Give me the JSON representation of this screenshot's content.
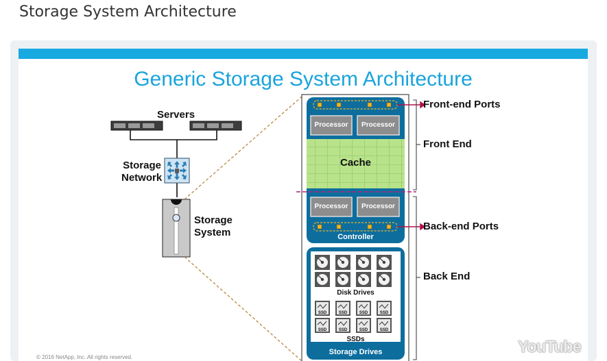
{
  "page": {
    "title": "Storage System Architecture"
  },
  "slide": {
    "title": "Generic Storage System Architecture",
    "left": {
      "servers_label": "Servers",
      "network_label_line1": "Storage",
      "network_label_line2": "Network",
      "system_label_line1": "Storage",
      "system_label_line2": "System"
    },
    "array": {
      "processor_label": "Processor",
      "cache_label": "Cache",
      "controller_label": "Controller",
      "disk_drives_label": "Disk Drives",
      "ssd_icon_label": "SSD",
      "ssds_label": "SSDs",
      "storage_drives_label": "Storage Drives"
    },
    "annotations": {
      "front_end_ports": "Front-end Ports",
      "front_end": "Front End",
      "back_end_ports": "Back-end Ports",
      "back_end": "Back End"
    },
    "copyright": "© 2016 NetApp, Inc. All rights reserved.",
    "youtube_logo": "YouTube"
  },
  "colors": {
    "accent_blue": "#18a9e1",
    "title_blue": "#1aa4dc",
    "controller_blue": "#0d6e9e",
    "cache_green": "#b8e38a",
    "port_yellow": "#f0b429",
    "callout_red": "#b0124d",
    "divider_magenta": "#b3247f"
  }
}
